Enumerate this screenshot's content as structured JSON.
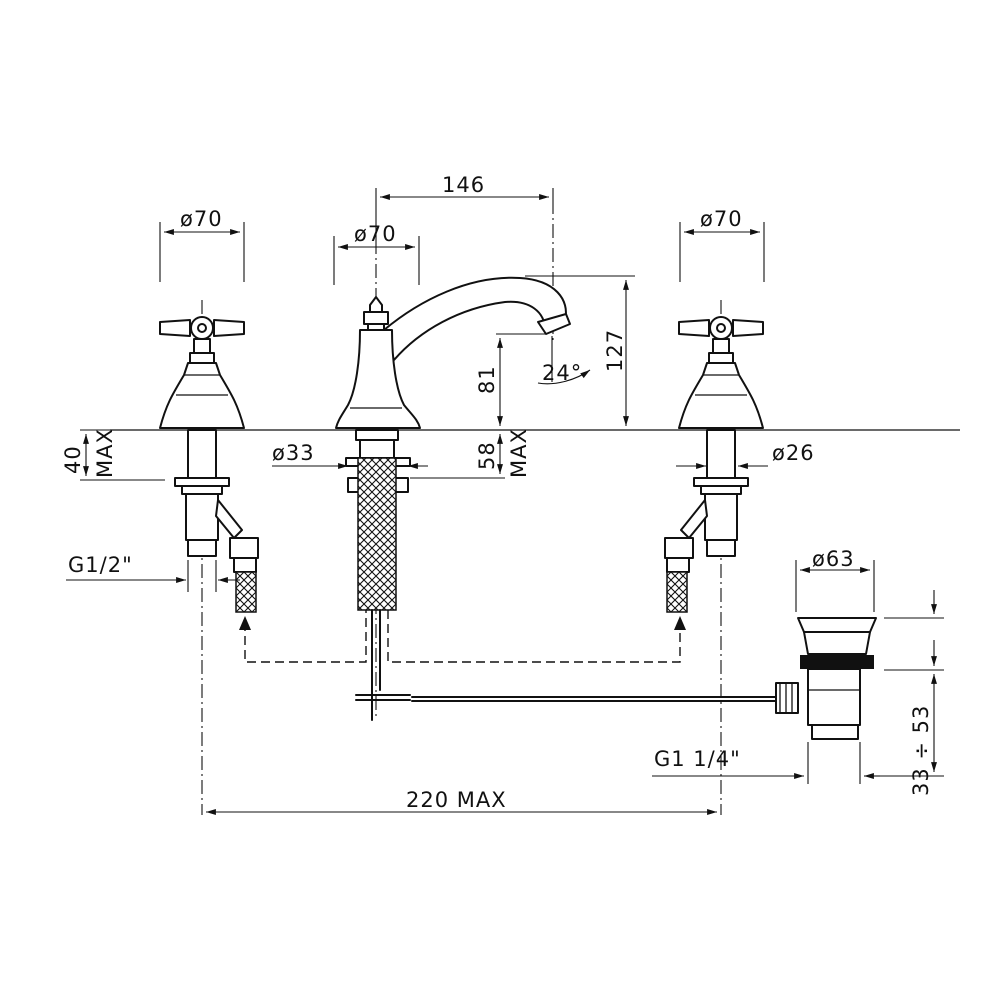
{
  "dimensions": {
    "spacing_146": "146",
    "spout_diameter": "ø70",
    "left_handle_diameter": "ø70",
    "right_handle_diameter": "ø70",
    "total_height": "127",
    "spout_height": "81",
    "spout_angle": "24°",
    "deck_depth_left": "40",
    "deck_depth_left_max": "MAX",
    "body_diameter": "ø33",
    "deck_depth_center": "58",
    "deck_depth_center_max": "MAX",
    "valve_diameter": "ø26",
    "inlet_thread": "G1/2\"",
    "waste_diameter": "ø63",
    "waste_thread": "G1  1/4\"",
    "waste_height_range": "33 ÷ 53",
    "overall_width": "220 MAX"
  }
}
